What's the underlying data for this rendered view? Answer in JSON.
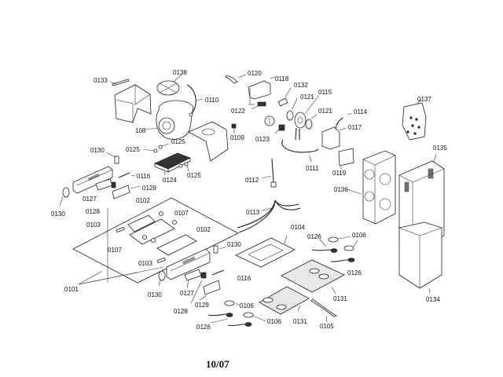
{
  "document": {
    "type": "exploded parts diagram",
    "date_code": "10/07"
  },
  "labels": [
    {
      "id": "l0133",
      "text": "0133"
    },
    {
      "id": "l0138",
      "text": "0138"
    },
    {
      "id": "l0110",
      "text": "0110"
    },
    {
      "id": "l108",
      "text": "108"
    },
    {
      "id": "l0120",
      "text": "0120"
    },
    {
      "id": "l0118",
      "text": "0118"
    },
    {
      "id": "l0132",
      "text": "0132"
    },
    {
      "id": "l0121a",
      "text": "0121"
    },
    {
      "id": "l0115",
      "text": "0115"
    },
    {
      "id": "l0121b",
      "text": "0121"
    },
    {
      "id": "l0114",
      "text": "0114"
    },
    {
      "id": "l0122",
      "text": "0122"
    },
    {
      "id": "l0117",
      "text": "0117"
    },
    {
      "id": "l0123",
      "text": "0123"
    },
    {
      "id": "l0109",
      "text": "0109"
    },
    {
      "id": "l0111",
      "text": "0111"
    },
    {
      "id": "l0119",
      "text": "0119"
    },
    {
      "id": "l0137",
      "text": "0137"
    },
    {
      "id": "l0135",
      "text": "0135"
    },
    {
      "id": "l0136",
      "text": "0136"
    },
    {
      "id": "l0125a",
      "text": "0125"
    },
    {
      "id": "l0125b",
      "text": "0125"
    },
    {
      "id": "l0125c",
      "text": "0125"
    },
    {
      "id": "l0124",
      "text": "0124"
    },
    {
      "id": "l0130a",
      "text": "0130"
    },
    {
      "id": "l0116a",
      "text": "0116"
    },
    {
      "id": "l0129a",
      "text": "0129"
    },
    {
      "id": "l0127a",
      "text": "0127"
    },
    {
      "id": "l0128a",
      "text": "0128"
    },
    {
      "id": "l0130b",
      "text": "0130"
    },
    {
      "id": "l0102a",
      "text": "0102"
    },
    {
      "id": "l0107a",
      "text": "0107"
    },
    {
      "id": "l0103a",
      "text": "0103"
    },
    {
      "id": "l0112",
      "text": "0112"
    },
    {
      "id": "l0113",
      "text": "0113"
    },
    {
      "id": "l0104",
      "text": "0104"
    },
    {
      "id": "l0126a",
      "text": "0126"
    },
    {
      "id": "l0106a",
      "text": "0106"
    },
    {
      "id": "l0126b",
      "text": "0126"
    },
    {
      "id": "l0107b",
      "text": "0107"
    },
    {
      "id": "l0102b",
      "text": "0102"
    },
    {
      "id": "l0130c",
      "text": "0130"
    },
    {
      "id": "l0103b",
      "text": "0103"
    },
    {
      "id": "l0101",
      "text": "0101"
    },
    {
      "id": "l0130d",
      "text": "0130"
    },
    {
      "id": "l0127b",
      "text": "0127"
    },
    {
      "id": "l0116b",
      "text": "0116"
    },
    {
      "id": "l0128b",
      "text": "0128"
    },
    {
      "id": "l0129b",
      "text": "0129"
    },
    {
      "id": "l0106b",
      "text": "0106"
    },
    {
      "id": "l0126c",
      "text": "0126"
    },
    {
      "id": "l0106c",
      "text": "0106"
    },
    {
      "id": "l0131a",
      "text": "0131"
    },
    {
      "id": "l0131b",
      "text": "0131"
    },
    {
      "id": "l0105",
      "text": "0105"
    },
    {
      "id": "l0134",
      "text": "0134"
    }
  ]
}
